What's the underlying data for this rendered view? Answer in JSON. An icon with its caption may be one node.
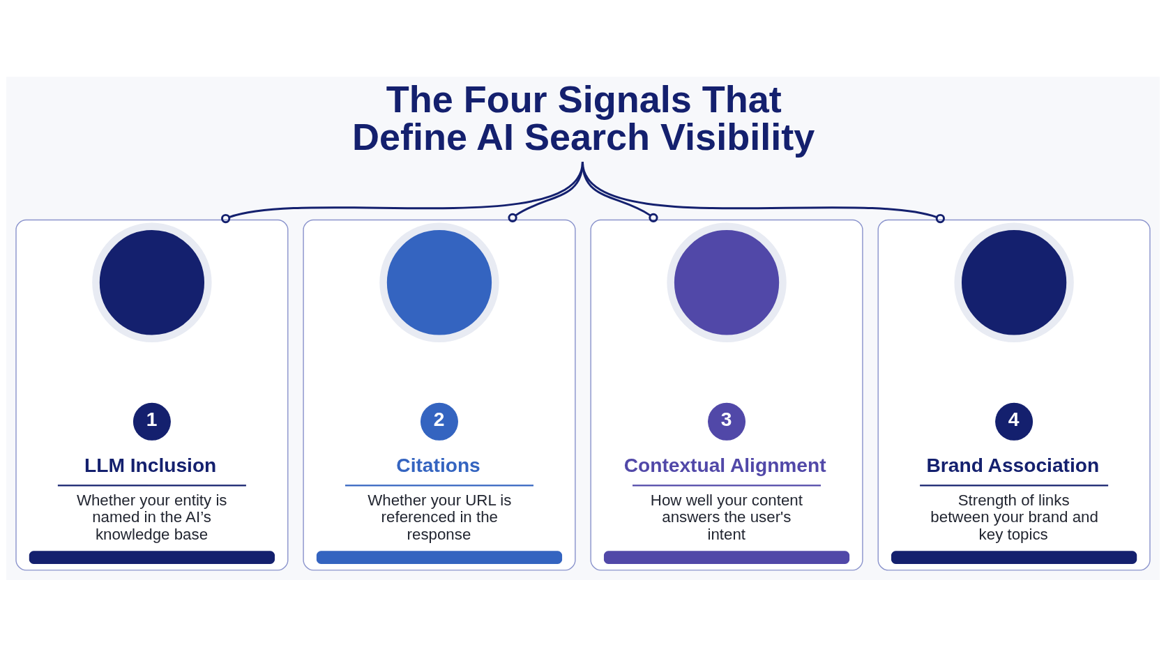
{
  "diagram": {
    "nodes": [
      {
        "text": [
          "The Four Signals That Define AI Search Visibility"
        ]
      },
      {
        "text": [
          "LLM Inclusion",
          "Whether your entity is named in the AI’s knowledge base"
        ]
      },
      {
        "text": [],
        "shape": "circle",
        "in": 1
      },
      {
        "text": [
          "1"
        ],
        "in": 1
      },
      {
        "text": [
          "Citations",
          "Whether your URL is referenced in the response"
        ]
      },
      {
        "text": [],
        "shape": "circle",
        "in": 4
      },
      {
        "text": [
          "2"
        ],
        "in": 4
      },
      {
        "text": [
          "Contextual Alignment",
          "How well your content answers the user's intent"
        ]
      },
      {
        "text": [],
        "shape": "circle",
        "in": 7
      },
      {
        "text": [
          "3"
        ],
        "in": 7
      },
      {
        "text": [
          "Brand Association",
          "Strength of links between your brand and key topics"
        ]
      },
      {
        "text": [],
        "shape": "circle",
        "in": 10
      },
      {
        "text": [
          "4"
        ],
        "in": 10
      }
    ],
    "edges": [
      {
        "from": 0,
        "to": 1,
        "arrow": "other"
      },
      {
        "from": 0,
        "to": 4,
        "arrow": "other"
      },
      {
        "from": 0,
        "to": 7,
        "arrow": "other"
      },
      {
        "from": 0,
        "to": 10,
        "arrow": "other"
      }
    ]
  }
}
